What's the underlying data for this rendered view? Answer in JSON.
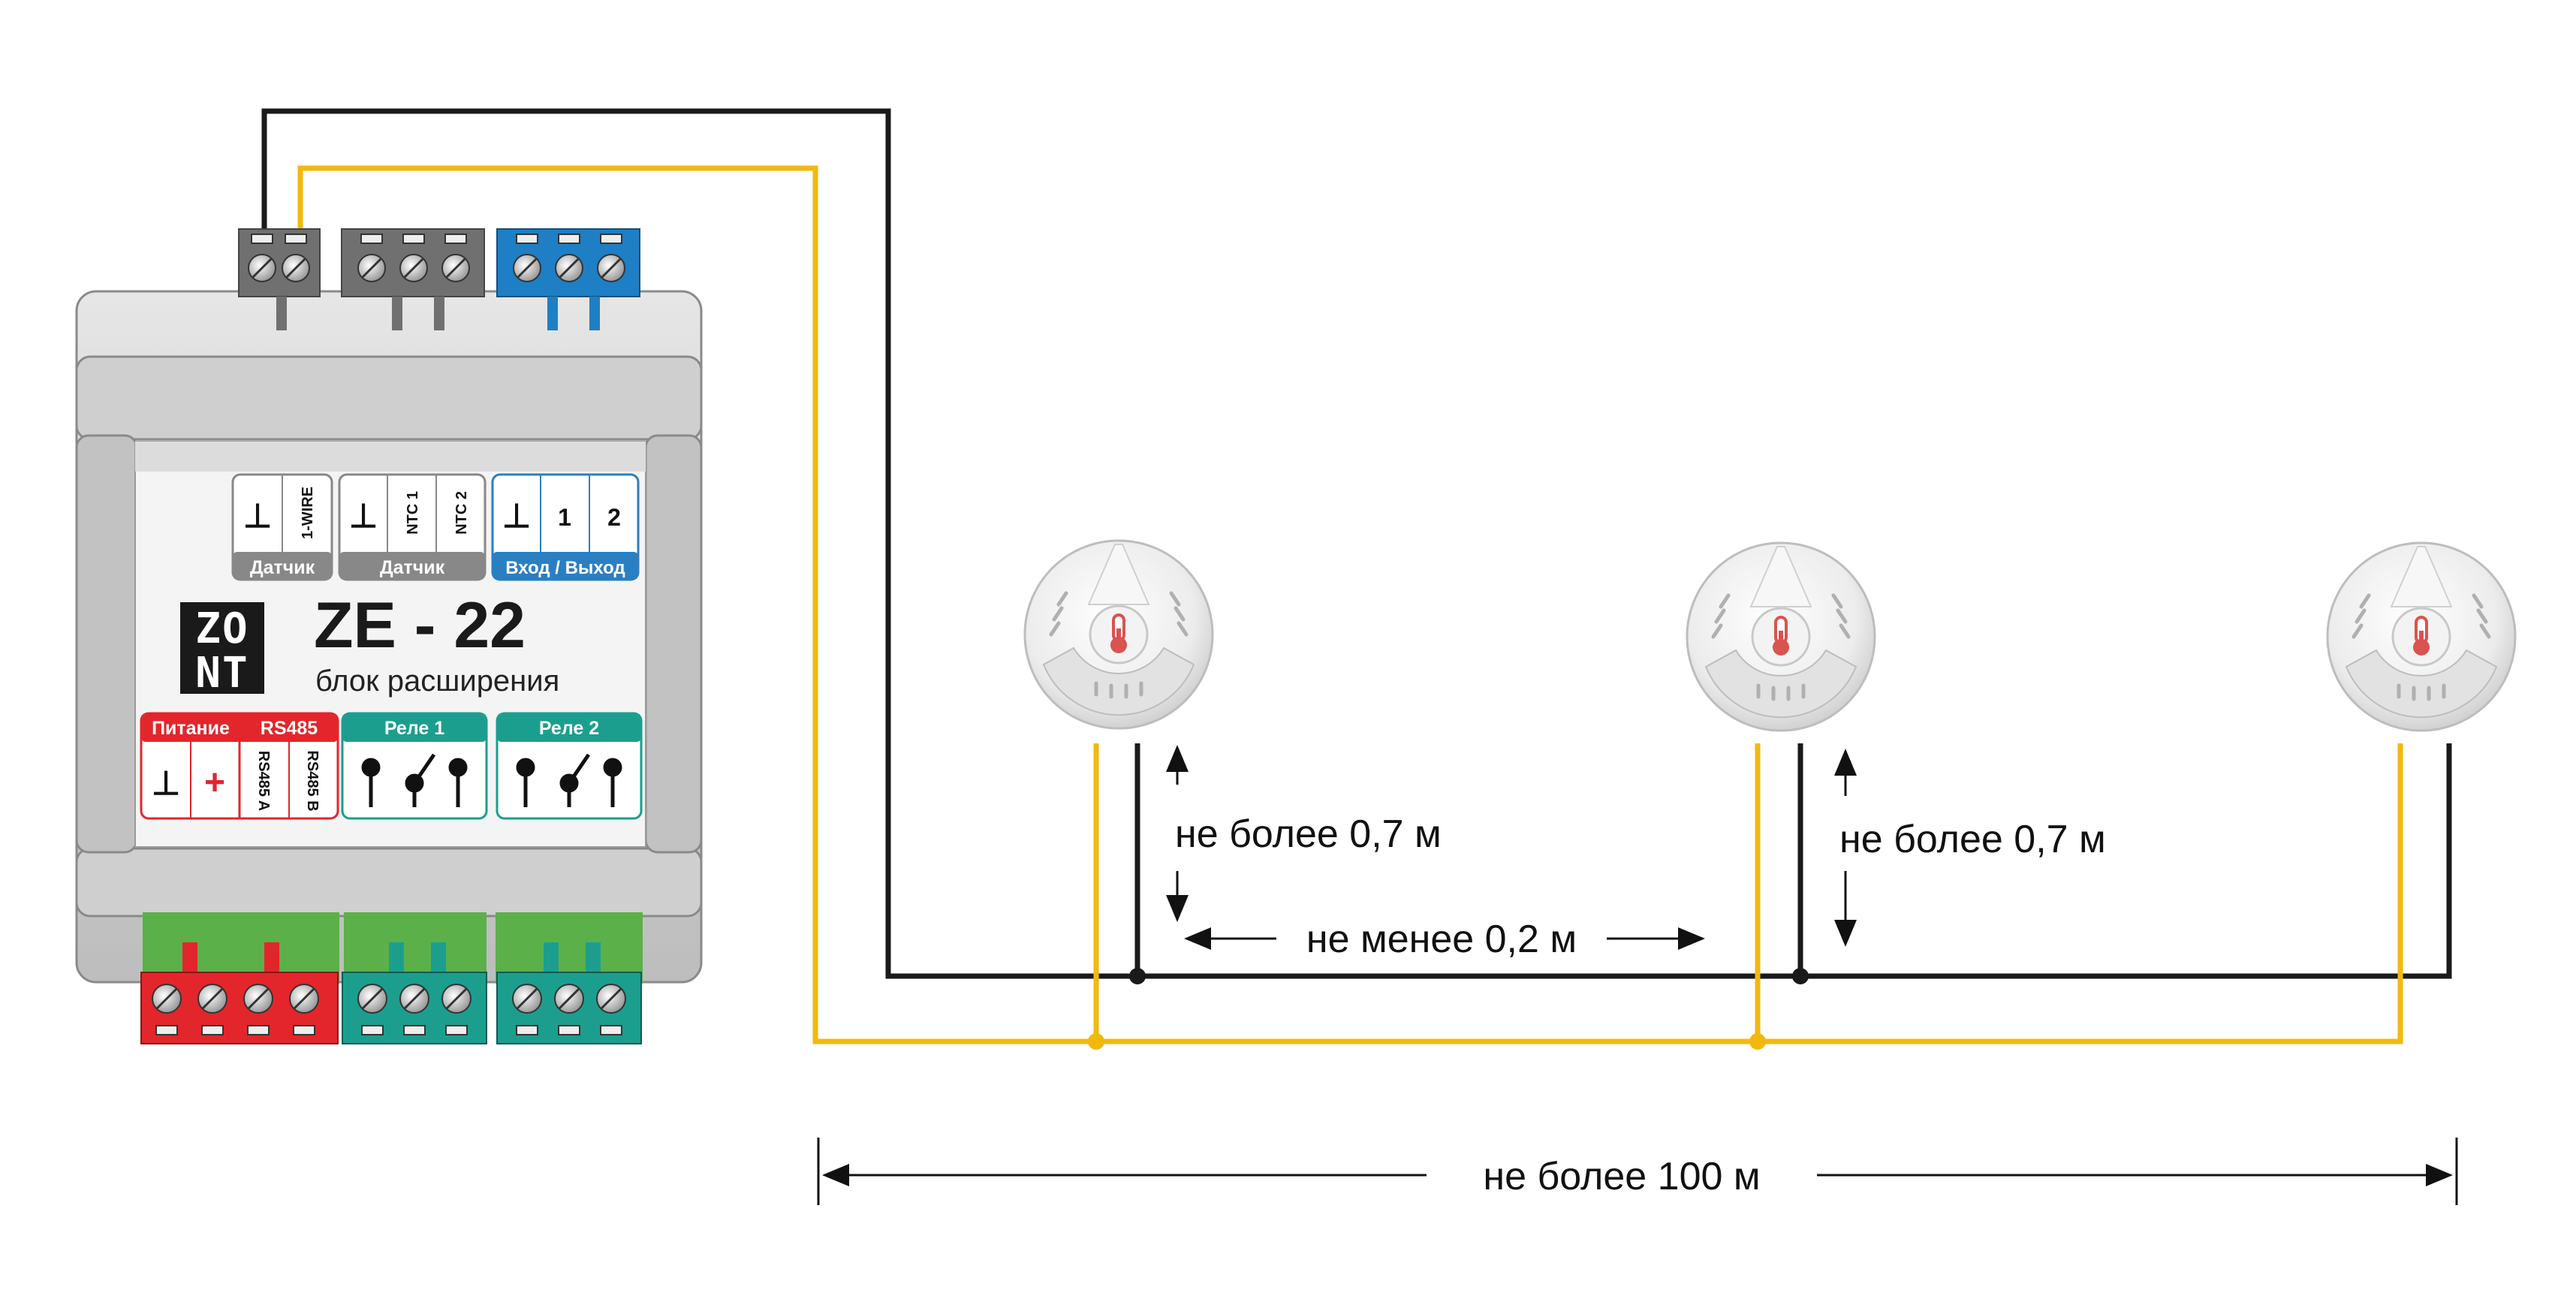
{
  "colors": {
    "background": "#ffffff",
    "wire_black": "#1a1a1a",
    "wire_yellow": "#f2b90d",
    "terminal_grey": "#707070",
    "terminal_blue": "#1e7fc4",
    "terminal_red": "#e3262b",
    "terminal_teal": "#1c9e8e",
    "terminal_green_body": "#5bb04a",
    "housing_grey": "#d6d6d6",
    "label_red": "#e3262b",
    "label_teal": "#1c9e8e",
    "label_grey": "#888888",
    "label_blue": "#2a7fc2"
  },
  "device": {
    "logo_top": "ZO",
    "logo_bottom": "NT",
    "model": "ZE - 22",
    "subtitle": "блок расширения",
    "groups": {
      "sensor_1wire": {
        "title": "Датчик",
        "pins": [
          "⊥",
          "1-WIRE"
        ]
      },
      "sensor_ntc": {
        "title": "Датчик",
        "pins": [
          "⊥",
          "NTC 1",
          "NTC 2"
        ]
      },
      "io": {
        "title": "Вход / Выход",
        "pins": [
          "⊥",
          "1",
          "2"
        ]
      },
      "power": {
        "title": "Питание",
        "pins": [
          "⊥",
          "+"
        ]
      },
      "rs485": {
        "title": "RS485",
        "pins": [
          "RS485 A",
          "RS485 B"
        ]
      },
      "relay1": {
        "title": "Реле 1"
      },
      "relay2": {
        "title": "Реле 2"
      }
    }
  },
  "sensors": [
    {
      "icon": "thermometer-icon"
    },
    {
      "icon": "thermometer-icon"
    },
    {
      "icon": "thermometer-icon"
    }
  ],
  "dimensions": {
    "branch_max_1": "не более 0,7 м",
    "branch_max_2": "не более 0,7 м",
    "spacing_min": "не менее 0,2 м",
    "total_max": "не более 100 м"
  }
}
